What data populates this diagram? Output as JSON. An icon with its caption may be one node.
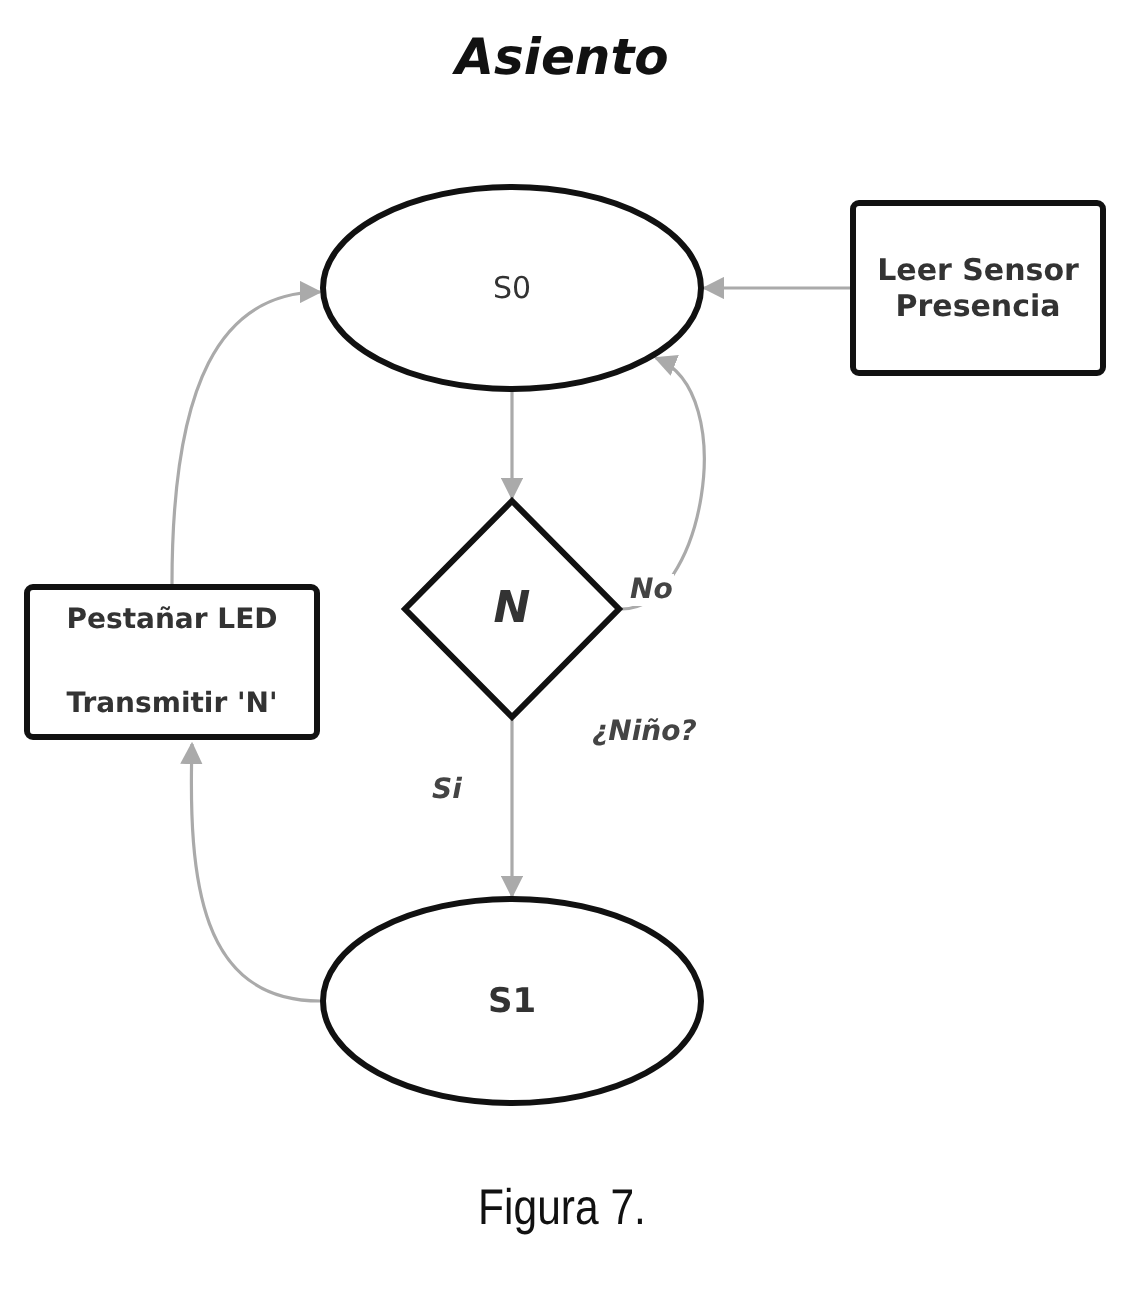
{
  "diagram": {
    "title": "Asiento",
    "caption": "Figura 7.",
    "nodes": [
      {
        "text": [
          "S0"
        ]
      },
      {
        "text": [
          "Leer Sensor Presencia"
        ]
      },
      {
        "text": [
          "N"
        ],
        "beside": [
          "¿Niño?"
        ]
      },
      {
        "text": [
          "Pestañar LED",
          "Transmitir 'N'"
        ]
      },
      {
        "text": [
          "S1"
        ]
      }
    ],
    "edges": [
      {
        "from": 1,
        "to": 0,
        "arrow": "to"
      },
      {
        "from": 0,
        "to": 2,
        "arrow": "to"
      },
      {
        "from": 2,
        "to": 0,
        "arrow": "to",
        "label": "No"
      },
      {
        "from": 2,
        "to": 4,
        "arrow": "to",
        "label": "Si"
      },
      {
        "from": 4,
        "to": 3,
        "arrow": "to"
      },
      {
        "from": 3,
        "to": 0,
        "arrow": "to"
      }
    ]
  }
}
